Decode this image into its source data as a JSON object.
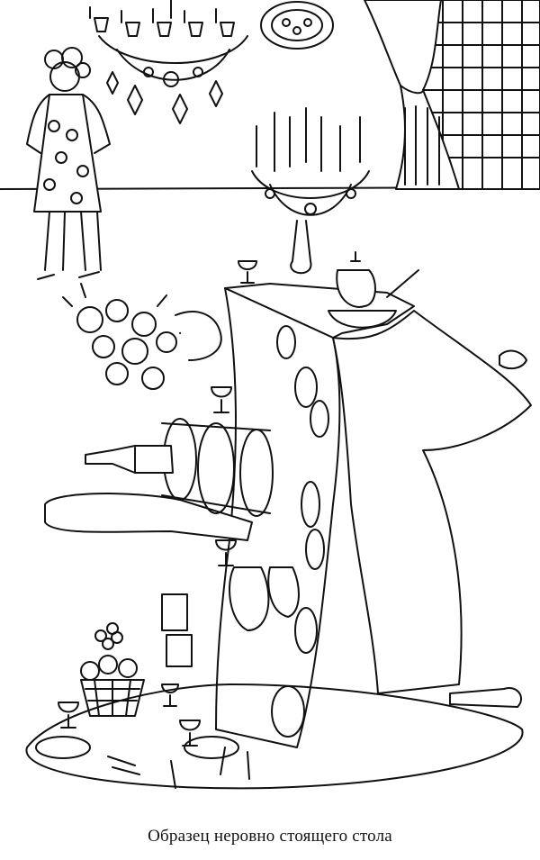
{
  "caption": "Образец неровно стоящего стола",
  "colors": {
    "ink": "#111111",
    "paper": "#ffffff"
  },
  "illustration": {
    "style": "black-and-white line drawing",
    "elements": [
      "chandelier",
      "woman",
      "wall-plate",
      "window",
      "curtain",
      "candelabra",
      "table",
      "tablecloth",
      "flower-bouquet",
      "fallen-chair",
      "wine-bottle",
      "fruit-basket",
      "plates",
      "wine-glasses",
      "carafes",
      "rug"
    ]
  }
}
